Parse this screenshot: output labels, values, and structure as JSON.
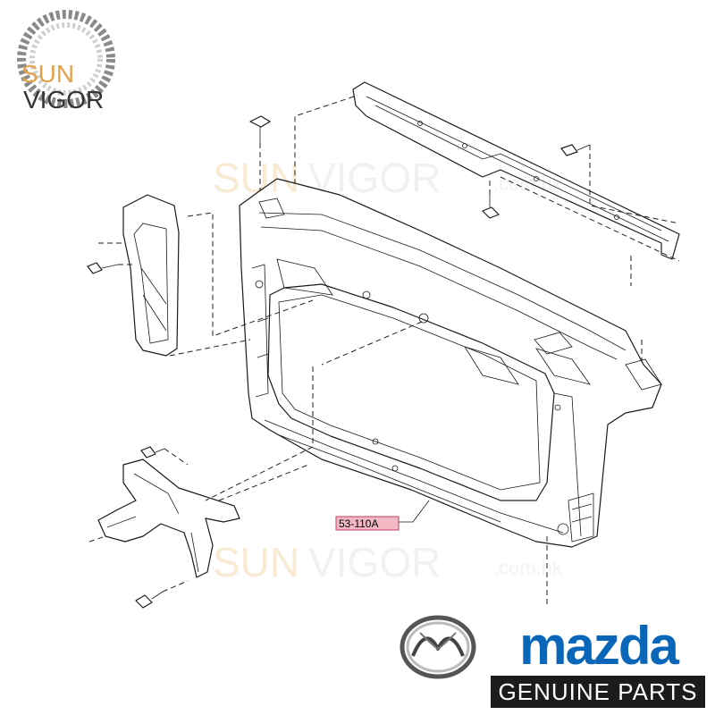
{
  "watermark": {
    "brand_top": "SUN",
    "brand_bottom": "VIGOR",
    "domain": ".com.hk"
  },
  "corner_logo": {
    "line1": "SUN",
    "line2": "VIGOR"
  },
  "callout": {
    "part_number": "53-110A"
  },
  "brand": {
    "wordmark": "mazda",
    "tagline": "GENUINE PARTS"
  },
  "colors": {
    "callout_fill": "#f2b8c4",
    "mazda_blue": "#0a66b8",
    "sunvigor_orange": "#e2a24a",
    "tagline_bg": "#1c1c1c"
  }
}
